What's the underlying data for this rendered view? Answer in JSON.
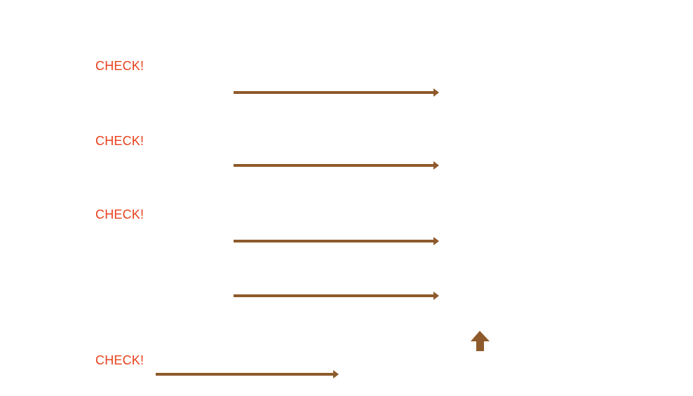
{
  "diagram": {
    "check_labels": [
      "CHECK!",
      "CHECK!",
      "CHECK!",
      "CHECK!"
    ],
    "colors": {
      "label": "#e8401c",
      "arrow": "#8e5a2b",
      "background": "#ffffff"
    },
    "arrows": [
      {
        "direction": "right"
      },
      {
        "direction": "right"
      },
      {
        "direction": "right"
      },
      {
        "direction": "right"
      },
      {
        "direction": "right"
      },
      {
        "direction": "up"
      }
    ]
  }
}
